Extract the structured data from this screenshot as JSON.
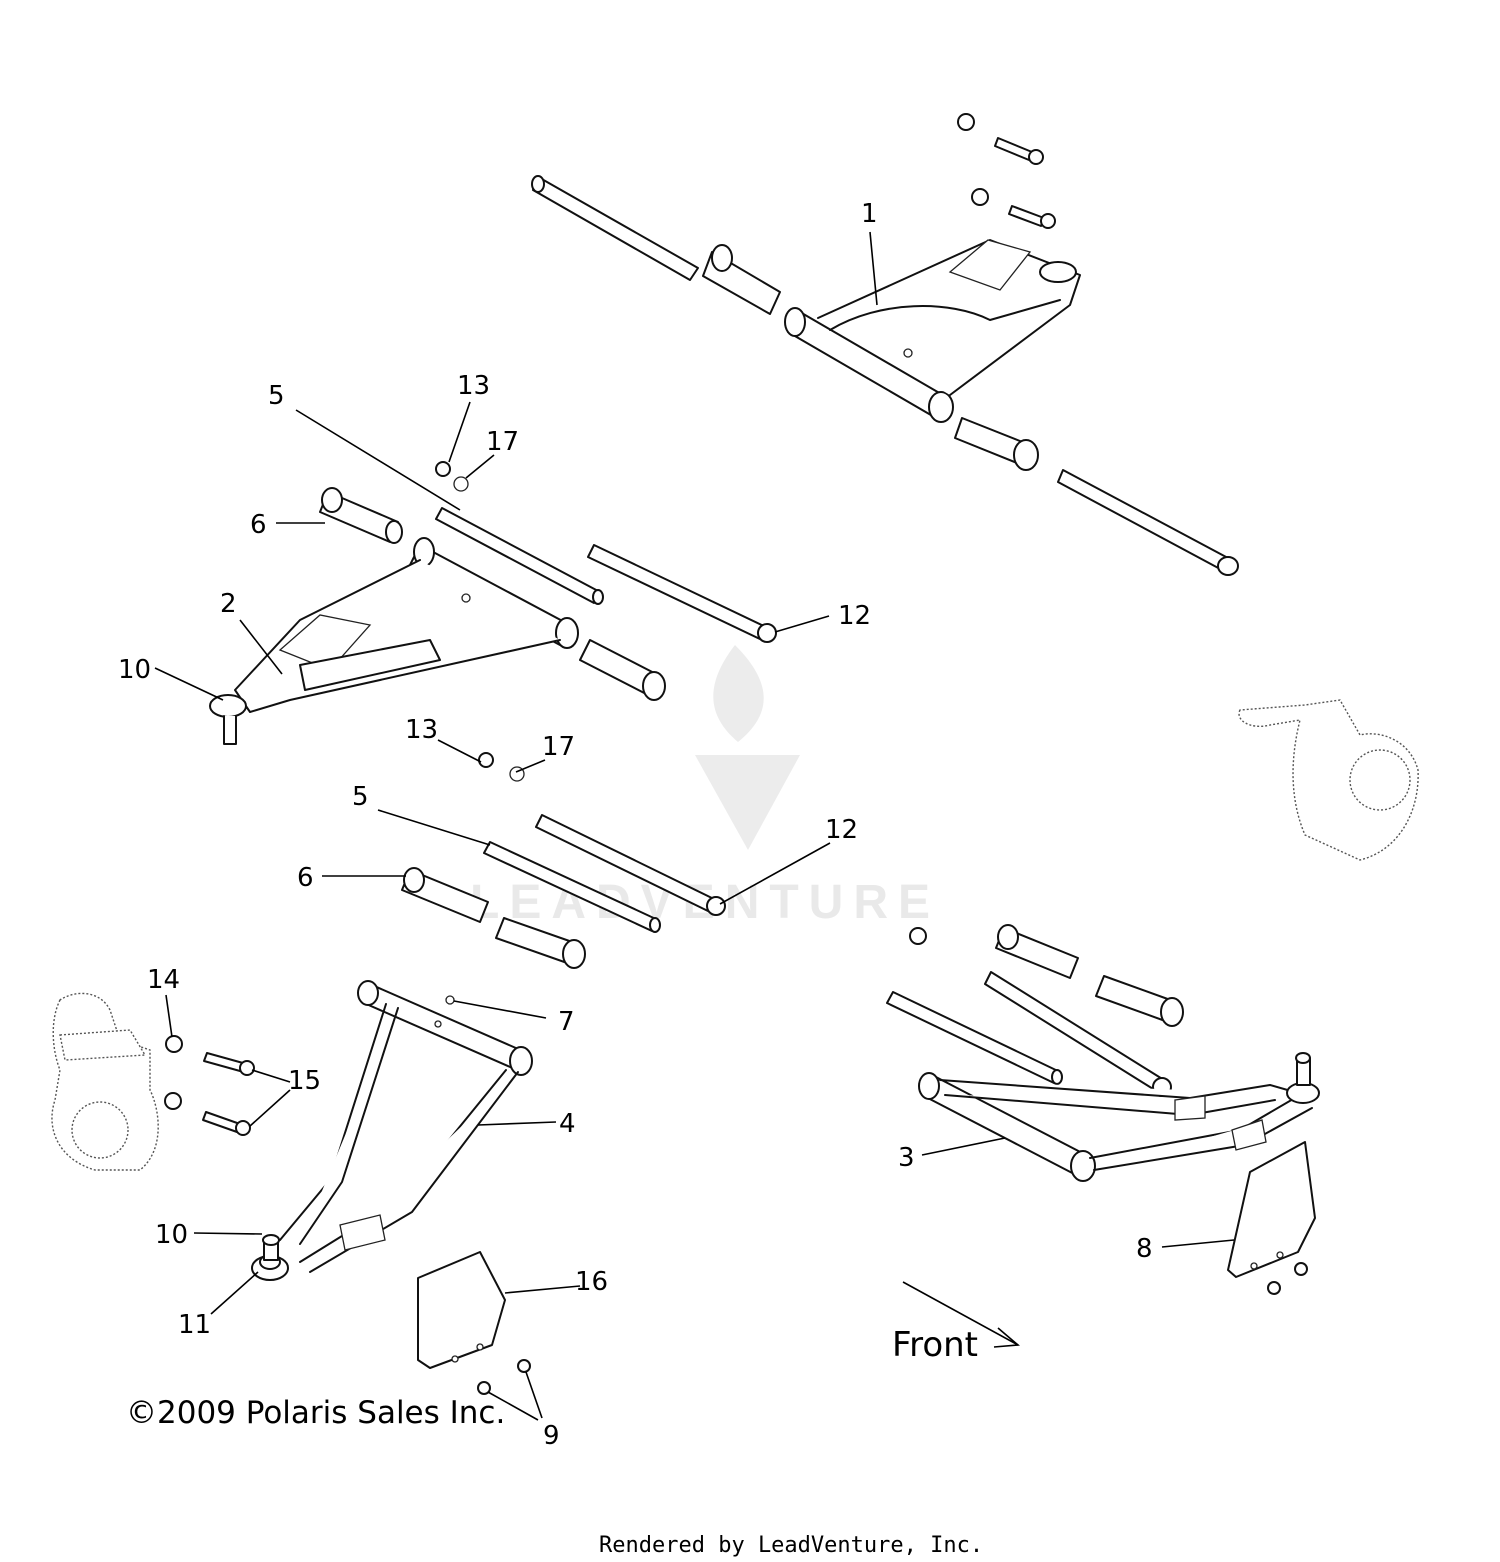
{
  "callouts": [
    "1",
    "2",
    "3",
    "4",
    "5",
    "6",
    "7",
    "8",
    "9",
    "10",
    "11",
    "12",
    "13",
    "14",
    "15",
    "16",
    "17"
  ],
  "front_label": "Front",
  "copyright": "©2009 Polaris Sales Inc.",
  "watermark_text": "LEADVENTURE",
  "footer": "Rendered by LeadVenture, Inc.",
  "icons": [
    "flame-logo-icon",
    "front-arrow-icon"
  ]
}
